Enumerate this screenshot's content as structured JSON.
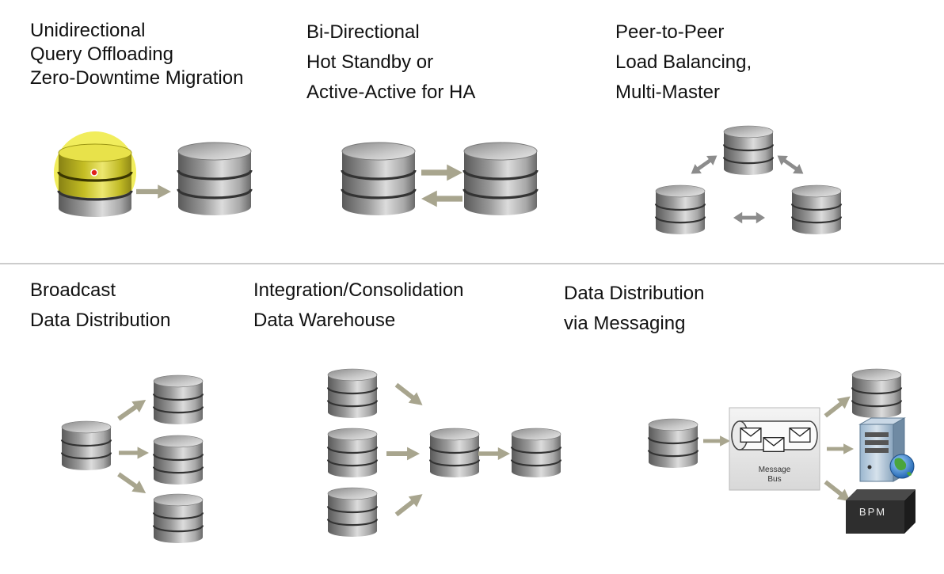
{
  "panels": {
    "unidirectional": {
      "lines": [
        "Unidirectional",
        "Query Offloading",
        "Zero-Downtime Migration"
      ]
    },
    "bidirectional": {
      "lines": [
        "Bi-Directional",
        "Hot Standby or",
        "Active-Active for HA"
      ]
    },
    "peer": {
      "lines": [
        "Peer-to-Peer",
        "Load Balancing,",
        "Multi-Master"
      ]
    },
    "broadcast": {
      "lines": [
        "Broadcast",
        "Data Distribution"
      ]
    },
    "integration": {
      "lines": [
        "Integration/Consolidation",
        "Data Warehouse"
      ]
    },
    "messaging": {
      "lines": [
        "Data Distribution",
        "via Messaging"
      ]
    }
  },
  "message_bus": {
    "line1": "Message",
    "line2": "Bus"
  },
  "bpm_label": "BPM",
  "colors": {
    "db_dark": "#5a5a5a",
    "db_light": "#e0e0e0",
    "db_highlight": "#c9c21a",
    "arrow_olive": "#a8a58e",
    "arrow_gray": "#8c8c8c",
    "divider": "#cccccc"
  },
  "icons": [
    "database-icon",
    "arrow-icon",
    "envelope-icon",
    "server-tower-icon",
    "globe-icon",
    "bpm-box-icon"
  ]
}
